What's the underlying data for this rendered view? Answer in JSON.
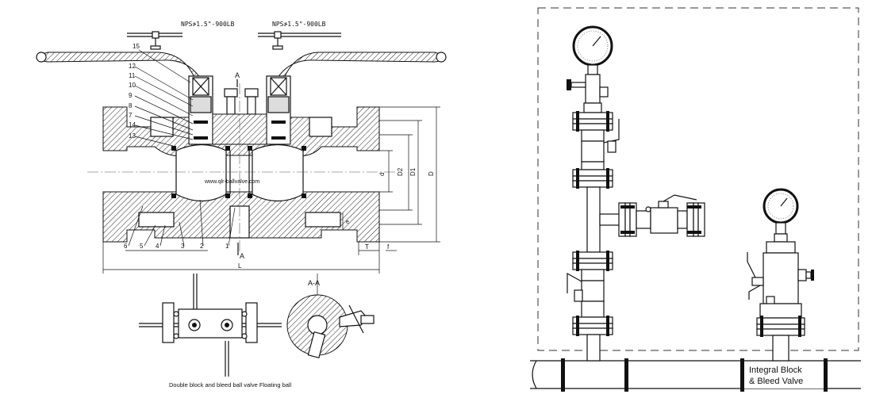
{
  "left_drawing": {
    "stem_labels": [
      "NPS≯1.5\"-900LB",
      "NPS≯1.5\"-900LB"
    ],
    "section_mark": "A",
    "section_mark_bottom": "A",
    "watermark": "www.qlr-ballvalve.com",
    "part_numbers_left": [
      "15",
      "12",
      "11",
      "10",
      "9",
      "8",
      "7",
      "14",
      "13"
    ],
    "part_numbers_bottom": [
      "6",
      "5",
      "4",
      "3",
      "2",
      "1"
    ],
    "dimension_labels": {
      "d": "d",
      "d2": "D2",
      "d1": "D1",
      "D": "D",
      "e": "e",
      "t": "T",
      "f": "f",
      "L": "L"
    },
    "section_view_label": "A-A",
    "caption": "Double block and bleed ball valve Floating ball"
  },
  "right_drawing": {
    "label_line1": "Integral Block",
    "label_line2": "& Bleed Valve"
  }
}
